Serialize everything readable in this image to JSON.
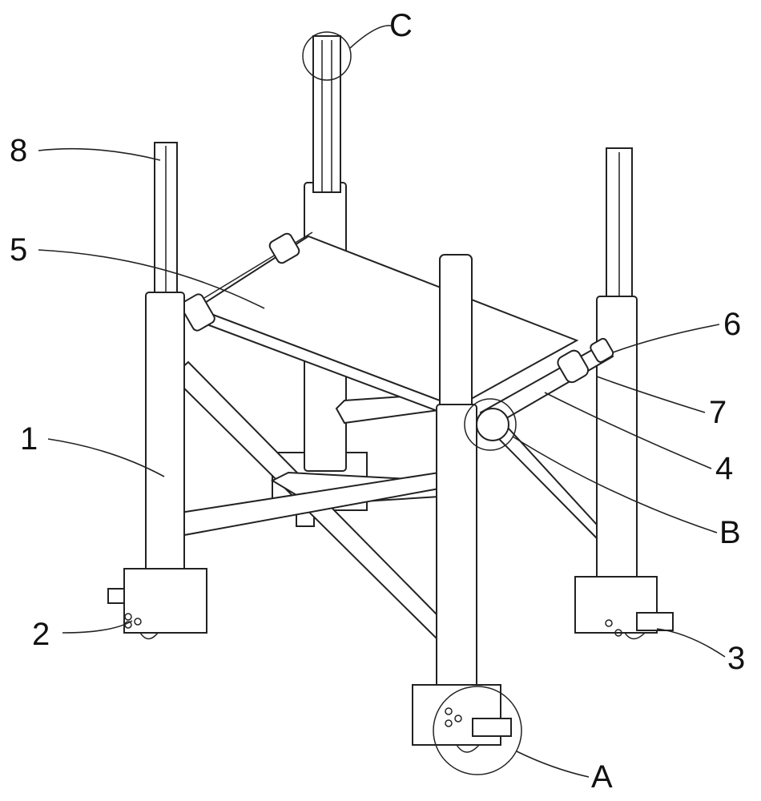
{
  "labels": {
    "C": "C",
    "n8": "8",
    "n5": "5",
    "n6": "6",
    "n7": "7",
    "n1": "1",
    "n4": "4",
    "B": "B",
    "n2": "2",
    "n3": "3",
    "A": "A"
  },
  "colors": {
    "line": "#222222",
    "background": "#ffffff"
  }
}
